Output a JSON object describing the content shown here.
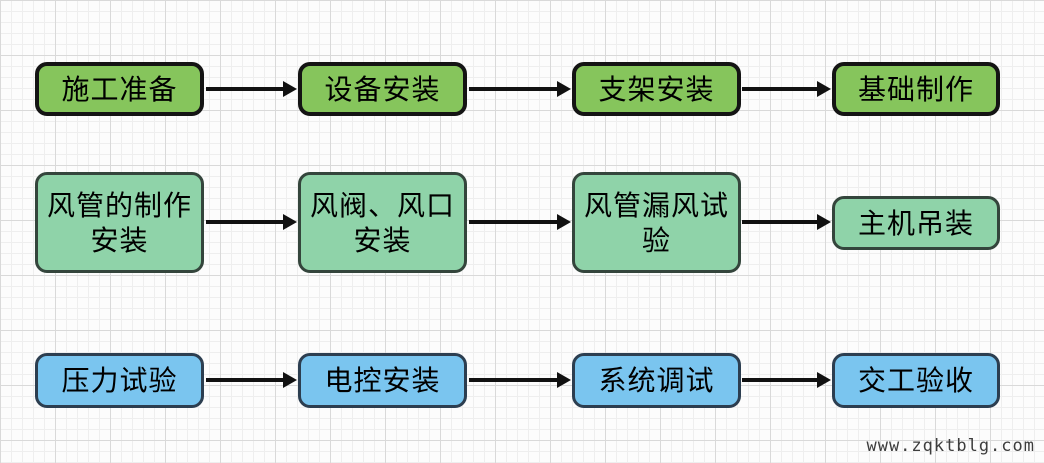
{
  "diagram": {
    "title": "installation process flowchart",
    "rows": [
      {
        "theme": "green",
        "nodes": [
          {
            "label": "施工准备"
          },
          {
            "label": "设备安装"
          },
          {
            "label": "支架安装"
          },
          {
            "label": "基础制作"
          }
        ]
      },
      {
        "theme": "mint",
        "nodes": [
          {
            "label": "风管的制作安装"
          },
          {
            "label": "风阀、风口安装"
          },
          {
            "label": "风管漏风试验"
          },
          {
            "label": "主机吊装"
          }
        ]
      },
      {
        "theme": "blue",
        "nodes": [
          {
            "label": "压力试验"
          },
          {
            "label": "电控安装"
          },
          {
            "label": "系统调试"
          },
          {
            "label": "交工验收"
          }
        ]
      }
    ]
  },
  "colors": {
    "green_fill": "#86C55C",
    "green_border": "#141414",
    "mint_fill": "#8FD3A9",
    "mint_border": "#34453C",
    "blue_fill": "#7AC5EF",
    "blue_border": "#2C3E50",
    "arrow": "#111111",
    "text": "#000000",
    "watermark": "#3d3d3d"
  },
  "watermark": {
    "text": "www.zqktblg.com"
  }
}
